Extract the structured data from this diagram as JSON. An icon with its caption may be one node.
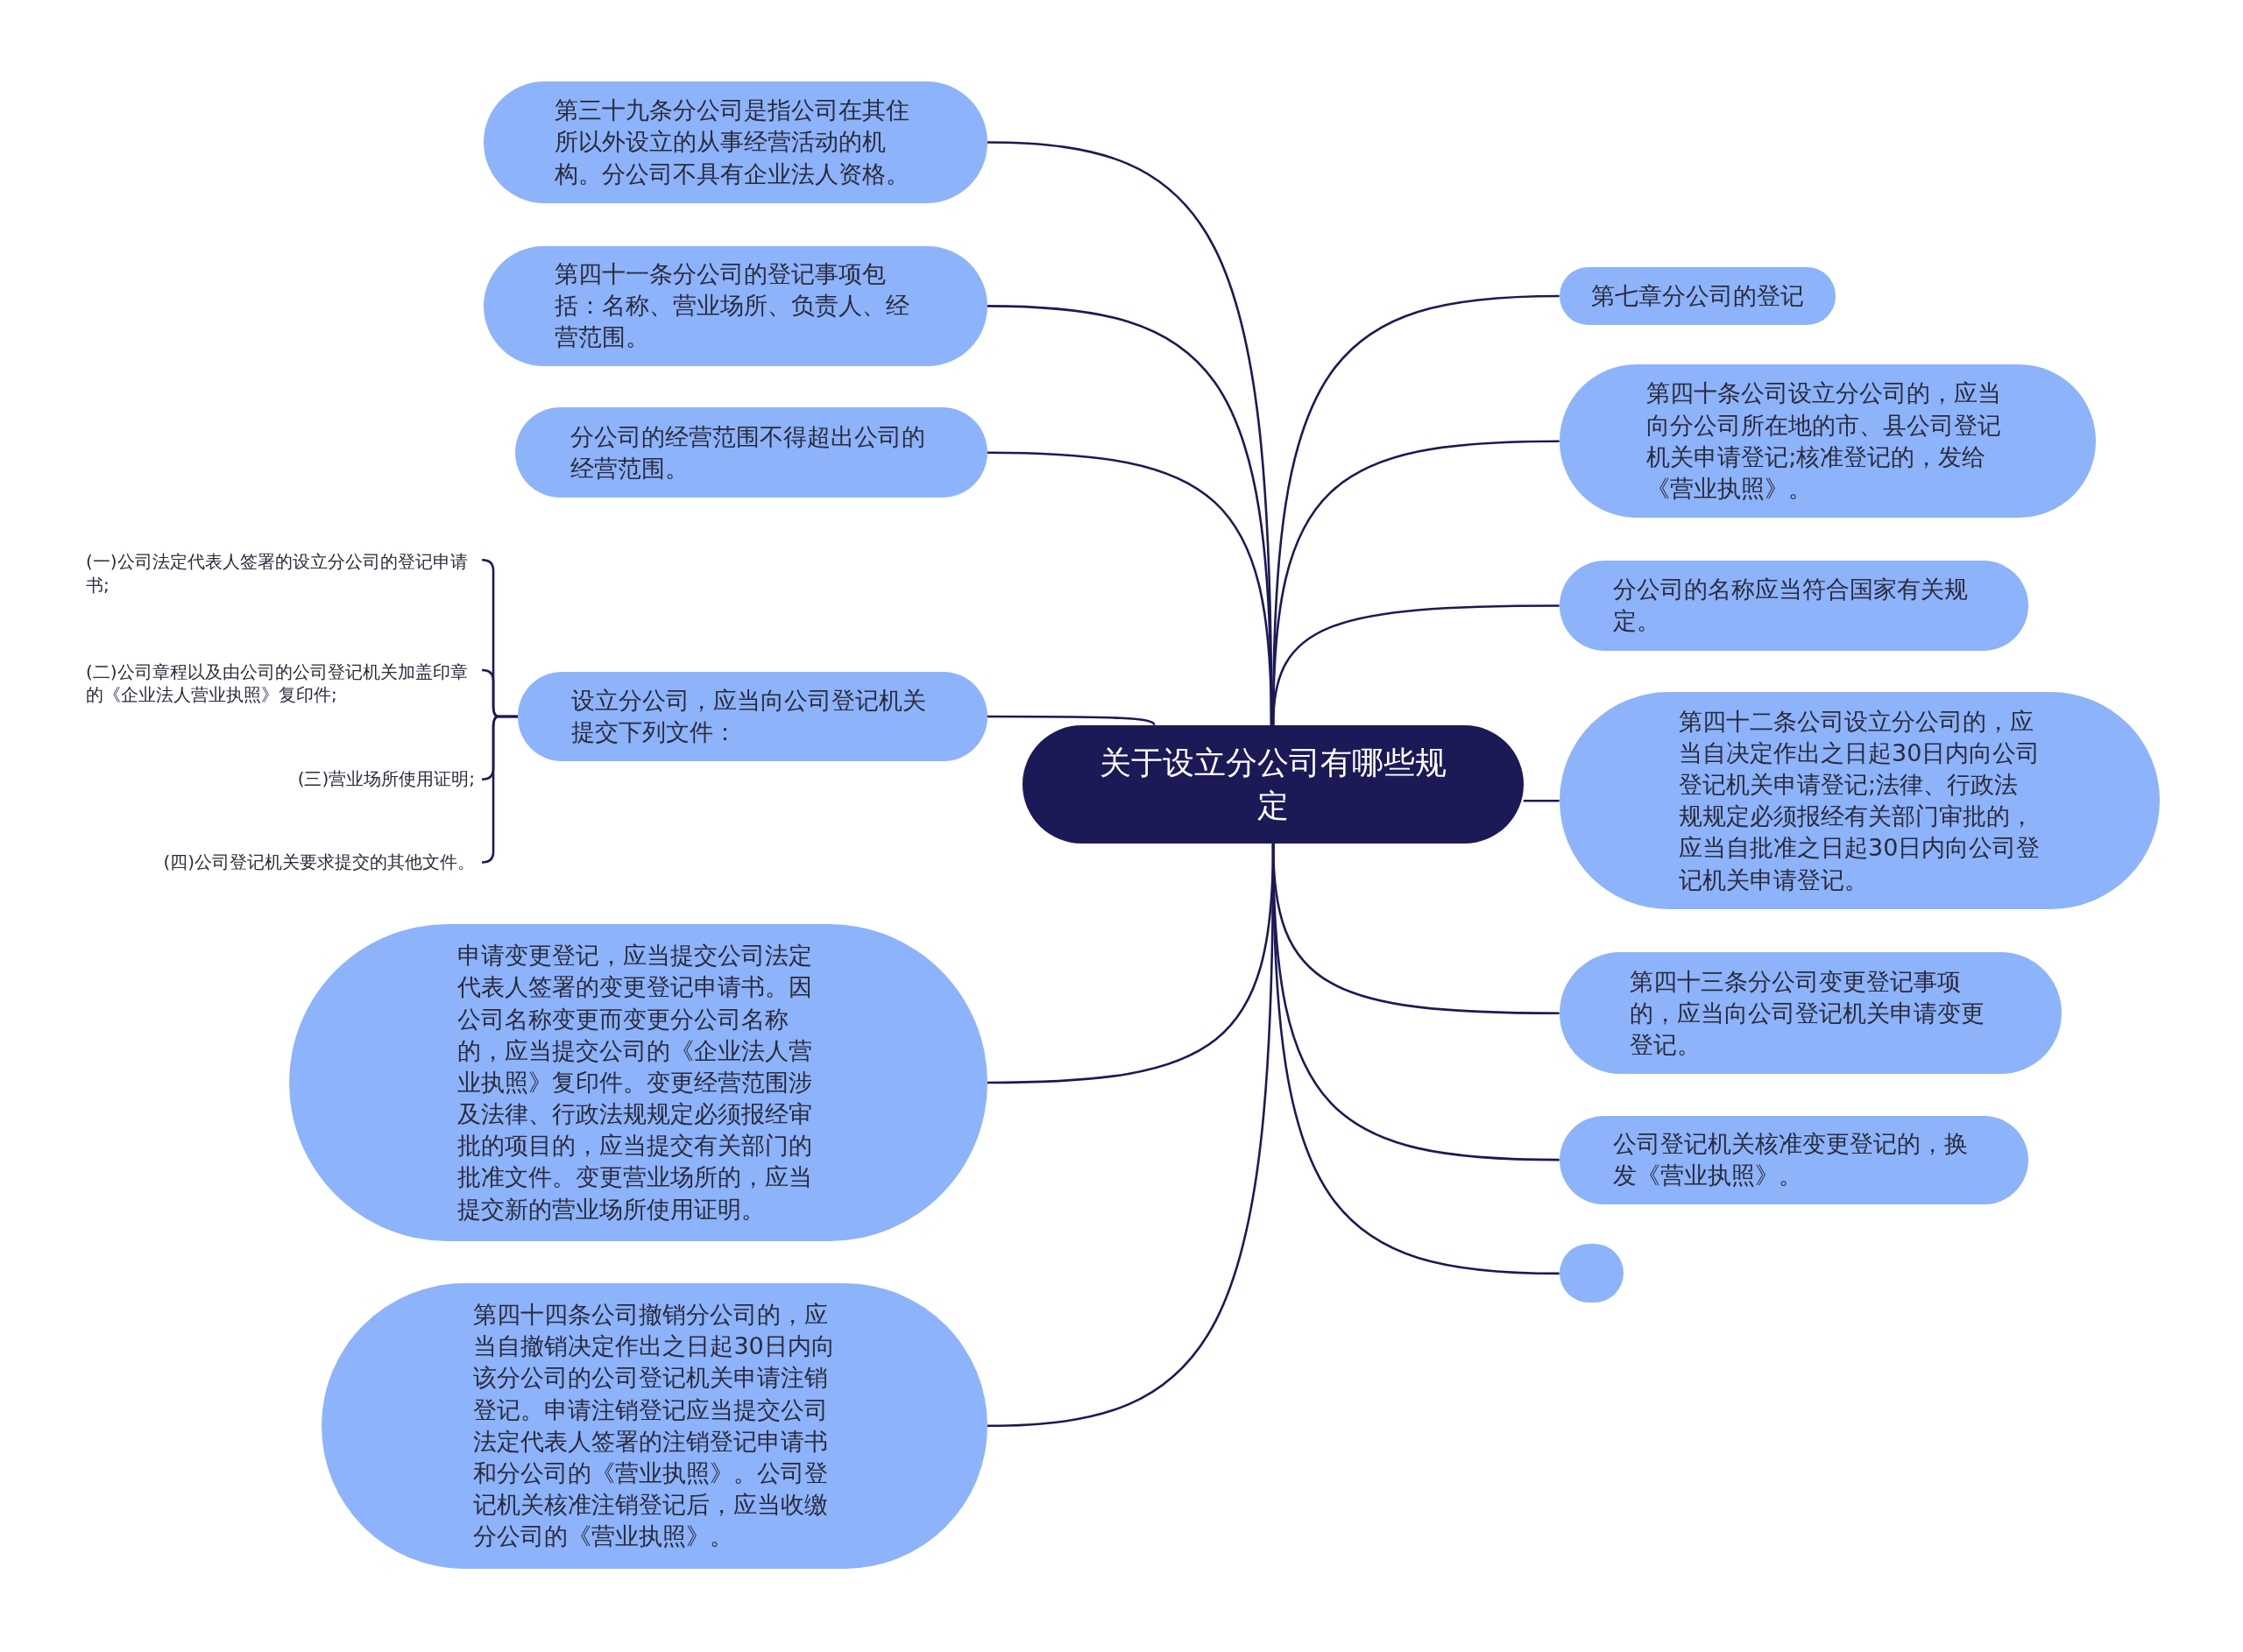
{
  "diagram": {
    "nodes": [
      {
        "text": [
          "关于设立分公司有哪些规定"
        ]
      },
      {
        "text": [
          "第三十九条分公司是指公司在其住所以外设立的从事经营活动的机构。分公司不具有企业法人资格。"
        ]
      },
      {
        "text": [
          "第四十一条分公司的登记事项包括：名称、营业场所、负责人、经营范围。"
        ]
      },
      {
        "text": [
          "分公司的经营范围不得超出公司的经营范围。"
        ]
      },
      {
        "text": [
          "设立分公司，应当向公司登记机关提交下列文件："
        ]
      },
      {
        "text": [
          "(一)公司法定代表人签署的设立分公司的登记申请书;"
        ]
      },
      {
        "text": [
          "(二)公司章程以及由公司的公司登记机关加盖印章的《企业法人营业执照》复印件;"
        ]
      },
      {
        "text": [
          "(三)营业场所使用证明;"
        ]
      },
      {
        "text": [
          "(四)公司登记机关要求提交的其他文件。"
        ]
      },
      {
        "text": [
          "申请变更登记，应当提交公司法定代表人签署的变更登记申请书。因公司名称变更而变更分公司名称的，应当提交公司的《企业法人营业执照》复印件。变更经营范围涉及法律、行政法规规定必须报经审批的项目的，应当提交有关部门的批准文件。变更营业场所的，应当提交新的营业场所使用证明。"
        ]
      },
      {
        "text": [
          "第四十四条公司撤销分公司的，应当自撤销决定作出之日起30日内向该分公司的公司登记机关申请注销登记。申请注销登记应当提交公司法定代表人签署的注销登记申请书和分公司的《营业执照》。公司登记机关核准注销登记后，应当收缴分公司的《营业执照》。"
        ]
      },
      {
        "text": [
          "第七章分公司的登记"
        ]
      },
      {
        "text": [
          "第四十条公司设立分公司的，应当向分公司所在地的市、县公司登记机关申请登记;核准登记的，发给《营业执照》。"
        ]
      },
      {
        "text": [
          "分公司的名称应当符合国家有关规定。"
        ]
      },
      {
        "text": [
          "第四十二条公司设立分公司的，应当自决定作出之日起30日内向公司登记机关申请登记;法律、行政法规规定必须报经有关部门审批的，应当自批准之日起30日内向公司登记机关申请登记。"
        ]
      },
      {
        "text": [
          "第四十三条分公司变更登记事项的，应当向公司登记机关申请变更登记。"
        ]
      },
      {
        "text": [
          "公司登记机关核准变更登记的，换发《营业执照》。"
        ]
      },
      {
        "text": [],
        "shape": "box"
      }
    ],
    "edges": [
      {
        "from": 0,
        "to": 1,
        "arrow": "none"
      },
      {
        "from": 0,
        "to": 2,
        "arrow": "none"
      },
      {
        "from": 0,
        "to": 3,
        "arrow": "none"
      },
      {
        "from": 0,
        "to": 4,
        "arrow": "none"
      },
      {
        "from": 4,
        "to": 5,
        "arrow": "none"
      },
      {
        "from": 4,
        "to": 6,
        "arrow": "none"
      },
      {
        "from": 4,
        "to": 7,
        "arrow": "none"
      },
      {
        "from": 4,
        "to": 8,
        "arrow": "none"
      },
      {
        "from": 0,
        "to": 9,
        "arrow": "none"
      },
      {
        "from": 0,
        "to": 10,
        "arrow": "none"
      },
      {
        "from": 0,
        "to": 11,
        "arrow": "none"
      },
      {
        "from": 0,
        "to": 12,
        "arrow": "none"
      },
      {
        "from": 0,
        "to": 13,
        "arrow": "none"
      },
      {
        "from": 0,
        "to": 14,
        "arrow": "none"
      },
      {
        "from": 0,
        "to": 15,
        "arrow": "none"
      },
      {
        "from": 0,
        "to": 16,
        "arrow": "none"
      },
      {
        "from": 0,
        "to": 17,
        "arrow": "none"
      }
    ]
  }
}
